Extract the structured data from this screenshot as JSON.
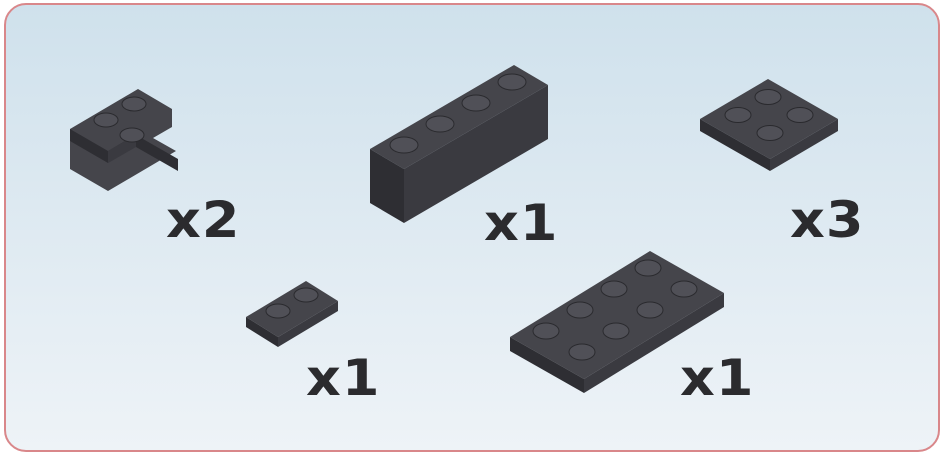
{
  "parts": [
    {
      "id": "plate-corner-2x2",
      "quantity": "x2"
    },
    {
      "id": "brick-1x4",
      "quantity": "x1"
    },
    {
      "id": "plate-2x2",
      "quantity": "x3"
    },
    {
      "id": "plate-1x2",
      "quantity": "x1"
    },
    {
      "id": "plate-2x4",
      "quantity": "x1"
    }
  ],
  "colors": {
    "brick_top": "#45454b",
    "brick_side_left": "#2e2e33",
    "brick_side_right": "#3a3a40",
    "stud_top": "#505057",
    "panel_border": "#d9878a",
    "text": "#2b2b2e"
  }
}
